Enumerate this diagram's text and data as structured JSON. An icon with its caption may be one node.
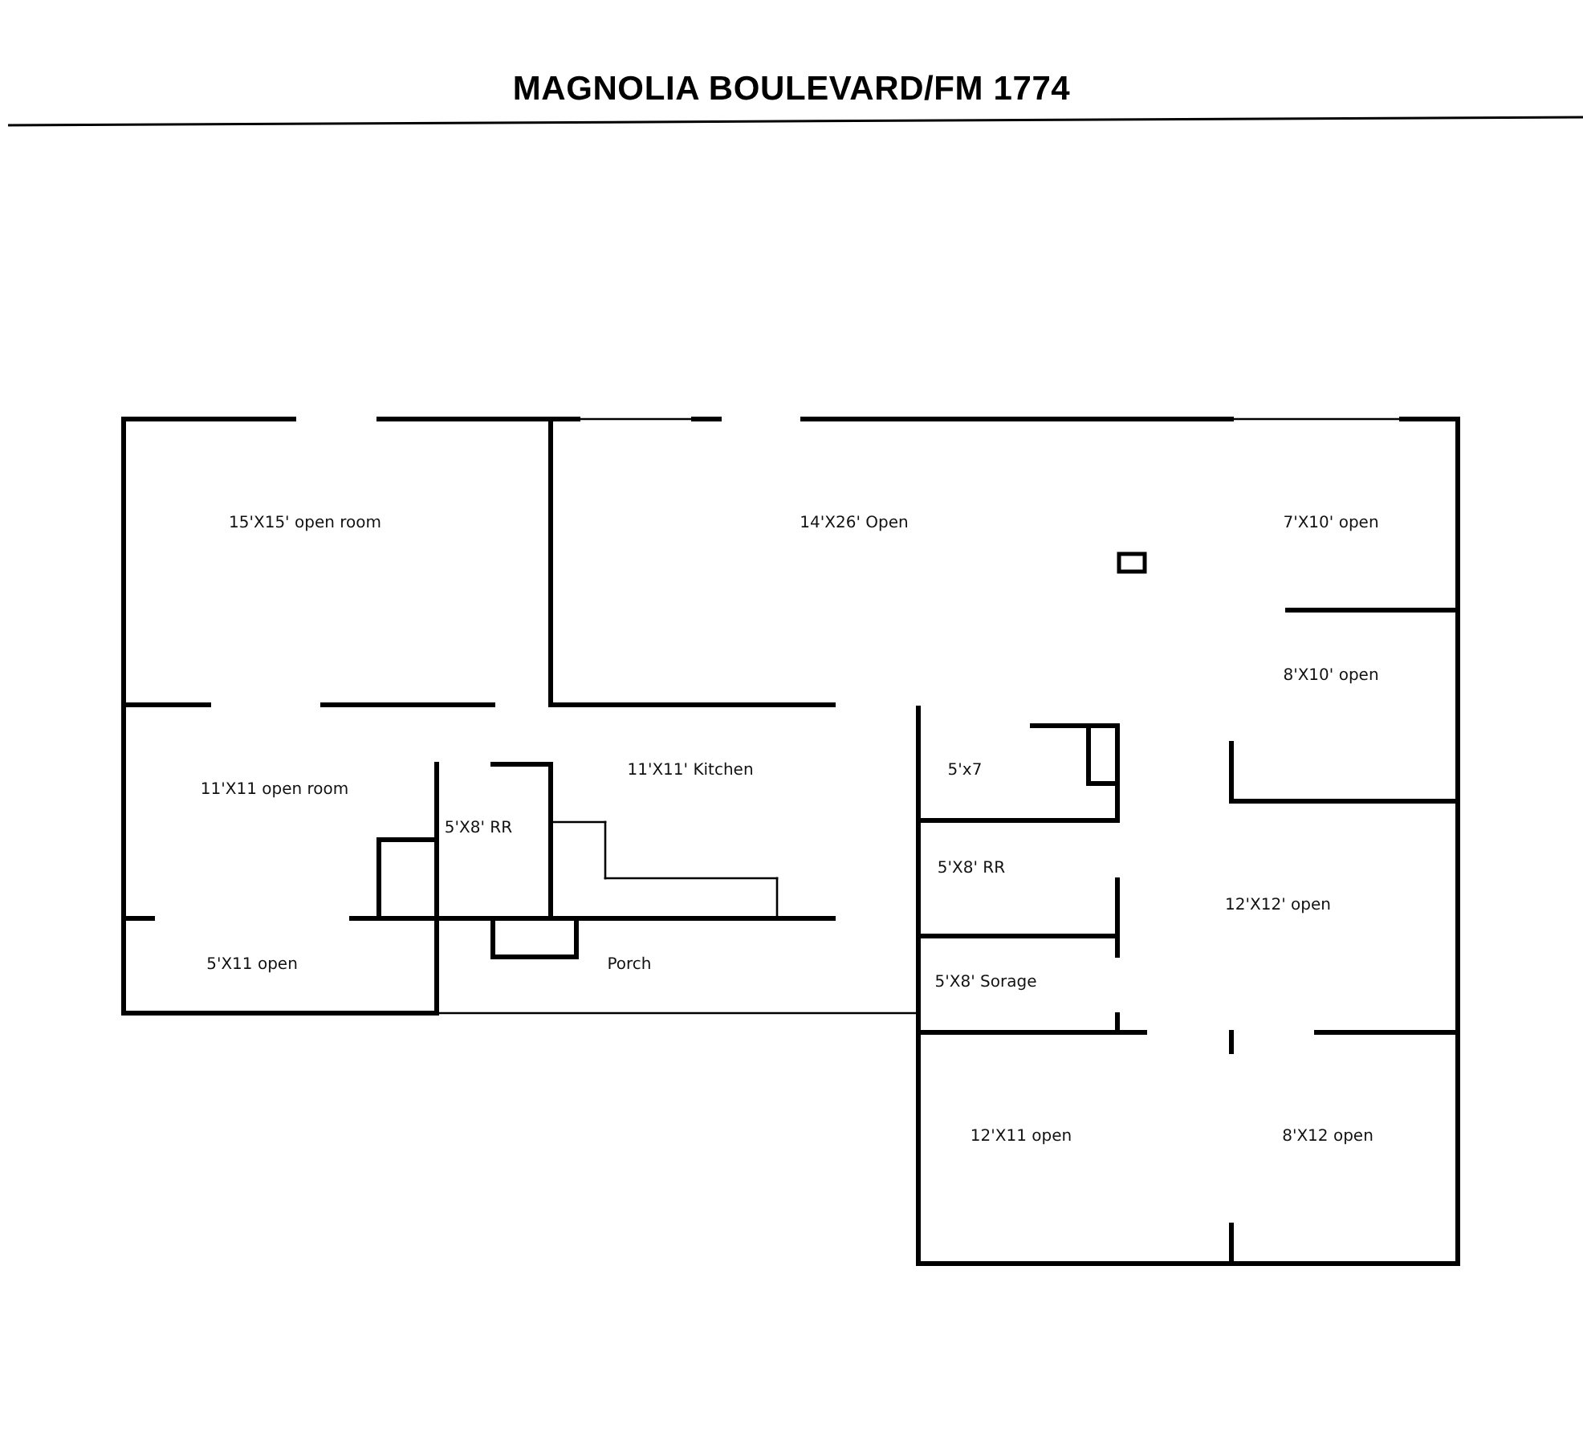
{
  "diagram": {
    "title": "MAGNOLIA BOULEVARD/FM 1774",
    "labels": [
      "15'X15' open room",
      "14'X26' Open",
      "7'X10' open",
      "8'X10' open",
      "11'X11' Kitchen",
      "5'x7",
      "11'X11 open room",
      "5'X8' RR",
      "5'X8' RR",
      "12'X12' open",
      "5'X11 open",
      "Porch",
      "5'X8' Sorage",
      "12'X11 open",
      "8'X12 open"
    ]
  }
}
